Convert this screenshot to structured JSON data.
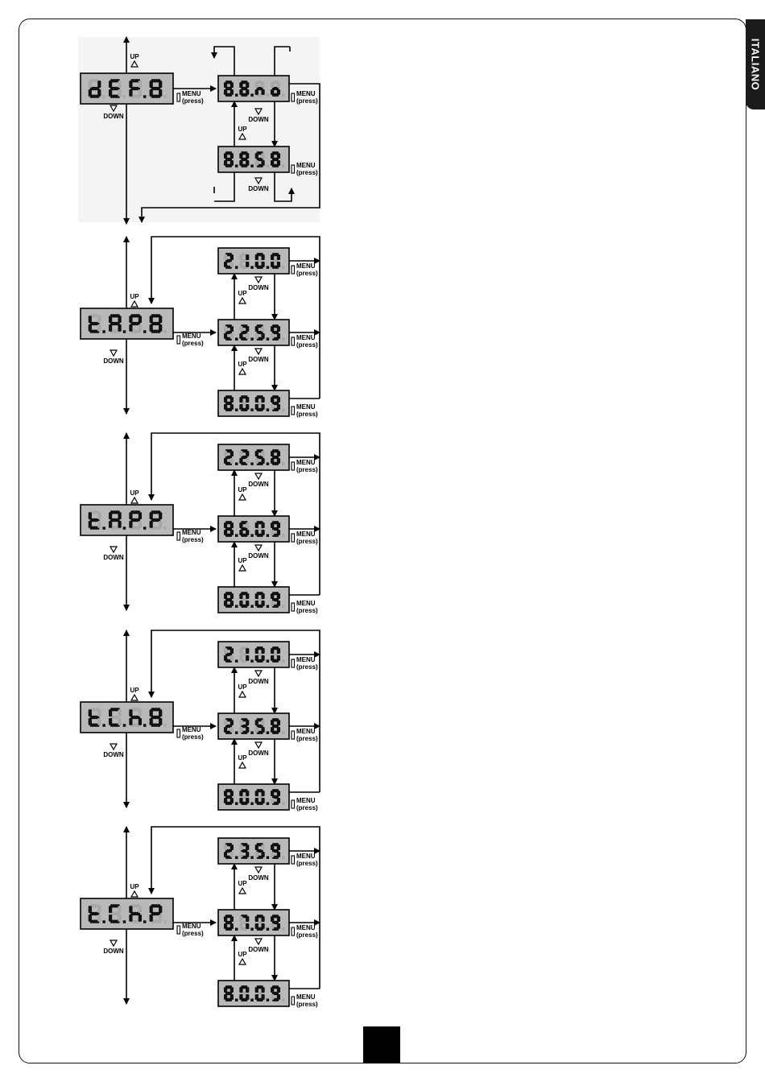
{
  "language_tab": "ITALIANO",
  "labels": {
    "up": "UP",
    "down": "DOWN",
    "menu": "MENU",
    "press": "(press)"
  },
  "colors": {
    "display_bg": "#b9b9b9",
    "segment_on": "#111111",
    "segment_off": "#a8a8a8",
    "line": "#000000"
  },
  "sections": [
    {
      "id": "def",
      "main_display": "dEF.8",
      "option_displays": [
        "8.8.no",
        "8.8.S8"
      ]
    },
    {
      "id": "tap",
      "main_display": "t.A.P.8",
      "option_displays": [
        "2.1.0.0",
        "2.2.5.9",
        "8.0.0.9"
      ]
    },
    {
      "id": "tapp",
      "main_display": "t.A.P.P",
      "option_displays": [
        "2.2.5.8",
        "8.6.0.9",
        "8.0.0.9"
      ]
    },
    {
      "id": "tch",
      "main_display": "t.C.h.8",
      "option_displays": [
        "2.1.0.0",
        "2.3.5.8",
        "8.0.0.9"
      ]
    },
    {
      "id": "tchp",
      "main_display": "t.C.h.P",
      "option_displays": [
        "2.3.5.9",
        "8.7.0.9",
        "8.0.0.9"
      ]
    }
  ]
}
